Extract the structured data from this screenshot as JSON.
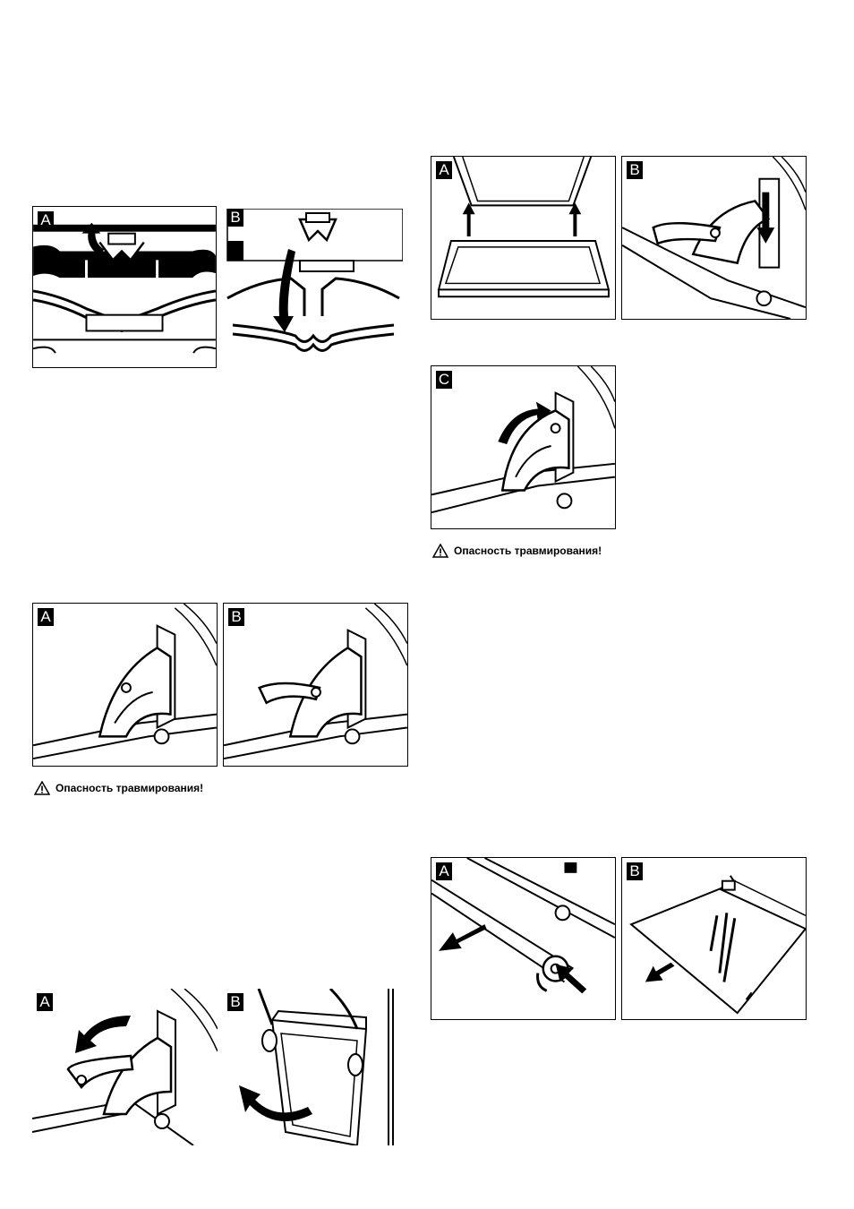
{
  "figures": {
    "fig1": {
      "label_a": "A",
      "label_b": "B"
    },
    "fig2": {
      "label_a": "A",
      "label_b": "B",
      "label_c": "C"
    },
    "fig3": {
      "label_a": "A",
      "label_b": "B"
    },
    "fig4": {
      "label_a": "A",
      "label_b": "B"
    },
    "fig5": {
      "label_a": "A",
      "label_b": "B"
    }
  },
  "warnings": {
    "injury_risk_1": "Опасность травмирования!",
    "injury_risk_2": "Опасность травмирования!"
  },
  "icons": {
    "warning": "warning-triangle-icon",
    "arrow": "arrow-icon"
  }
}
